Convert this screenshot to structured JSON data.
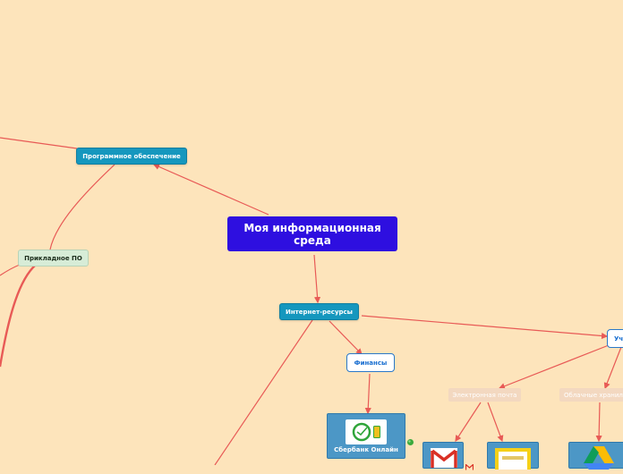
{
  "central": {
    "label": "Моя информационная среда"
  },
  "nodes": {
    "software": "Программное обеспечение",
    "applied_software": "Прикладное ПО",
    "internet_resources": "Интернет-ресурсы",
    "finance": "Финансы",
    "study_partial": "Уч",
    "email": "Электронная почта",
    "cloud_partial": "Облачные хранил"
  },
  "tiles": {
    "sberbank": "Сбербанк Онлайн"
  },
  "icons": [
    "sberbank-logo-icon",
    "gmail-icon",
    "yandex-mail-icon",
    "google-drive-icon",
    "leaf-icon"
  ],
  "colors": {
    "background": "#fde4bb",
    "central": "#2e0fe0",
    "main_topic": "#1597be",
    "connector": "#e85a56"
  }
}
